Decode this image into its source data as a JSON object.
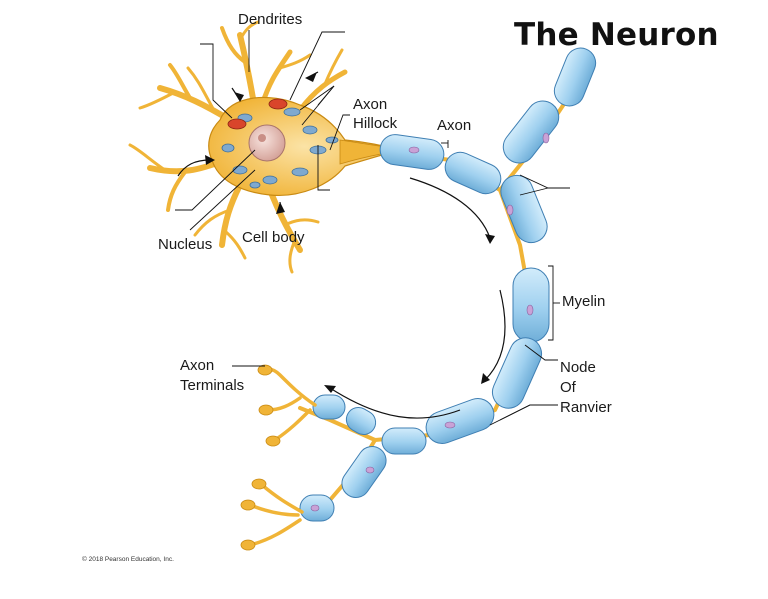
{
  "title": "The Neuron",
  "labels": {
    "dendrites": "Dendrites",
    "axon_hillock_line1": "Axon",
    "axon_hillock_line2": "Hillock",
    "axon": "Axon",
    "nucleus": "Nucleus",
    "cell_body": "Cell body",
    "myelin": "Myelin",
    "node_line1": "Node",
    "node_line2": "Of",
    "node_line3": "Ranvier",
    "terminals_line1": "Axon",
    "terminals_line2": "Terminals"
  },
  "copyright": "© 2018 Pearson Education, Inc.",
  "colors": {
    "neuron_yellow": "#f2b63c",
    "neuron_outline": "#c98a12",
    "myelin_blue": "#a9d6f2",
    "myelin_outline": "#3f7fb3",
    "nucleus_pink": "#e9c3bc",
    "organelle_red": "#d9452b"
  }
}
